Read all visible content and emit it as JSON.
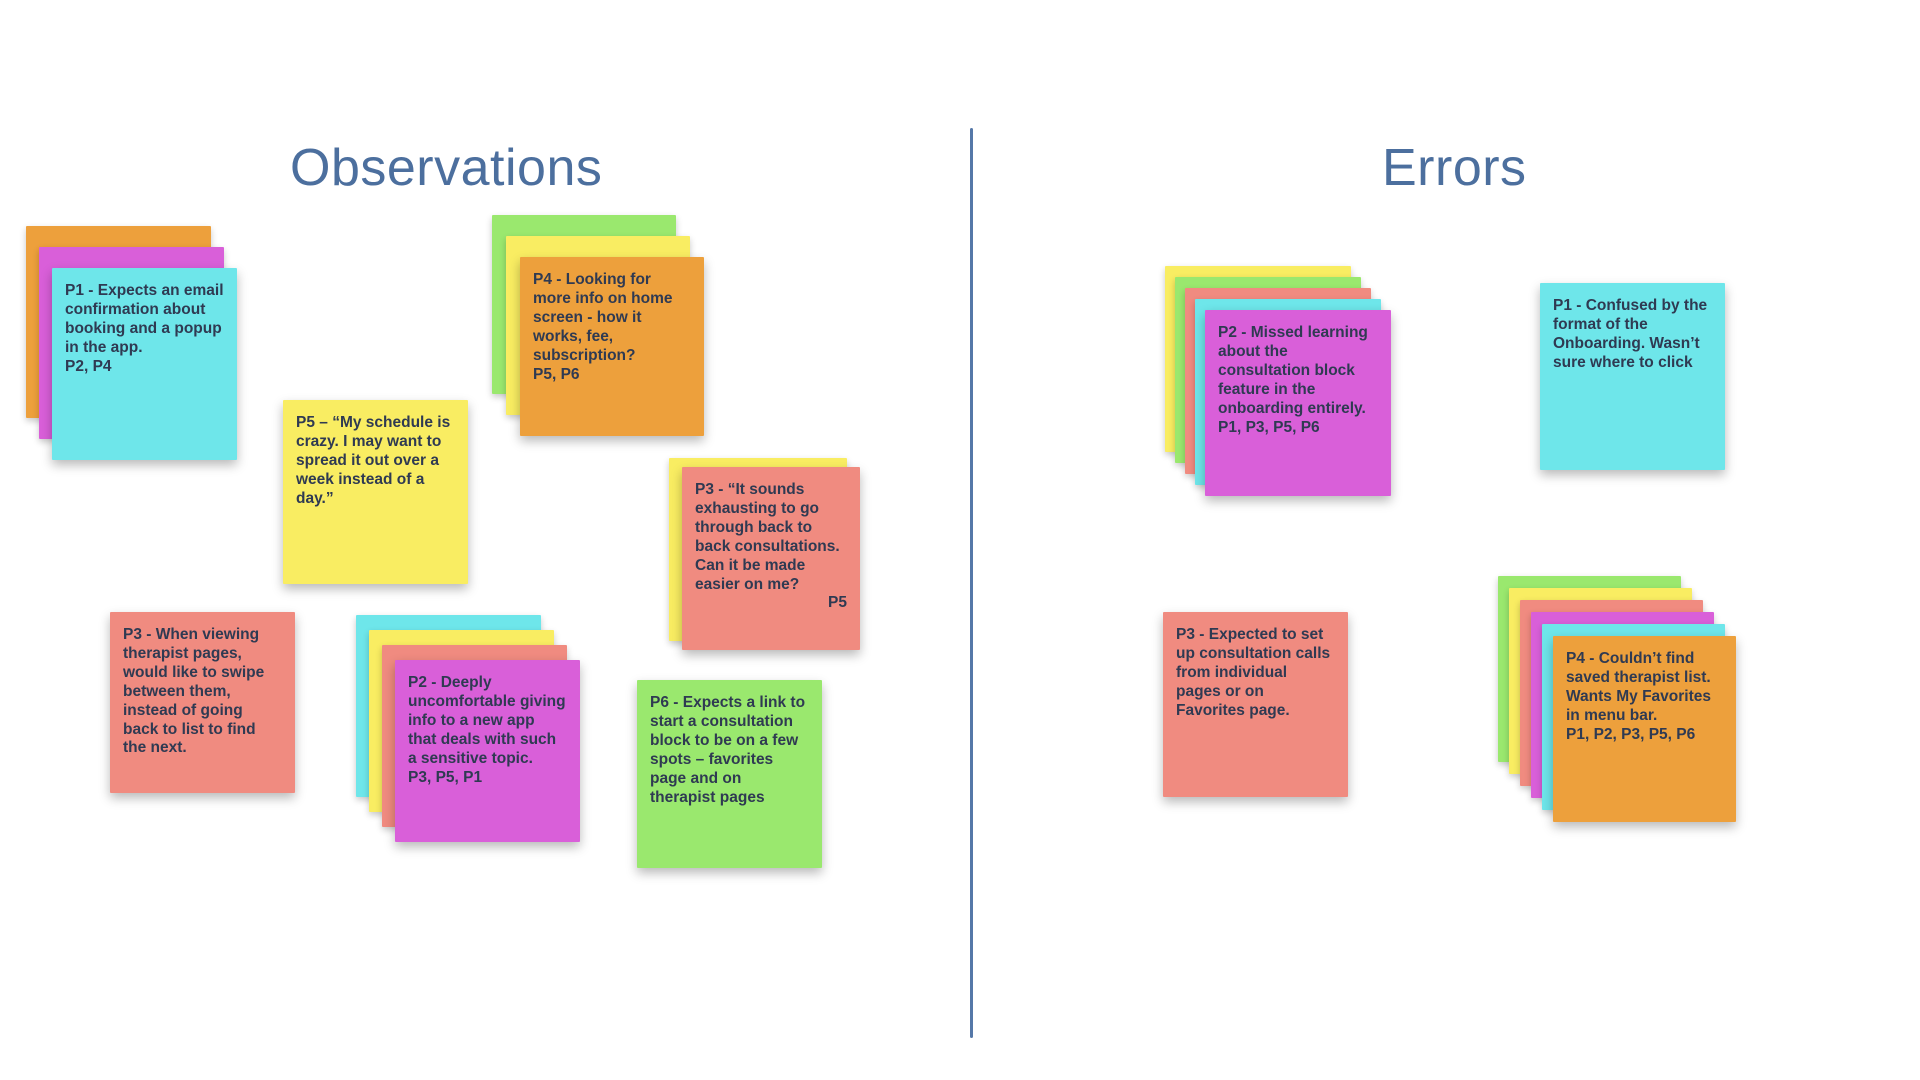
{
  "palette": {
    "cyan": "#6ee6ea",
    "magenta": "#d95fd9",
    "orange": "#eda03c",
    "yellow": "#f9ed62",
    "salmon": "#f08b80",
    "green": "#9ae86e",
    "heading_blue": "#4c6f9e",
    "divider_blue": "#5578a8",
    "note_text": "#2f3a52",
    "background": "#ffffff"
  },
  "columns": [
    {
      "id": "observations",
      "title": "Observations"
    },
    {
      "id": "errors",
      "title": "Errors"
    }
  ],
  "notes": [
    {
      "id": "obs-p1-email",
      "column": "observations",
      "text": "P1 - Expects an email confirmation about booking and a popup in the app.",
      "tag": "P2, P4",
      "tag_align": "left",
      "color": "cyan",
      "stack_colors": [
        "orange",
        "magenta"
      ]
    },
    {
      "id": "obs-p5-schedule",
      "column": "observations",
      "text": "P5 – “My schedule is crazy. I may want to spread it out over a week instead of a day.”",
      "tag": "",
      "tag_align": "left",
      "color": "yellow",
      "stack_colors": []
    },
    {
      "id": "obs-p4-home-screen",
      "column": "observations",
      "text": "P4 - Looking for more info on home screen - how it works, fee, subscription?",
      "tag": "P5, P6",
      "tag_align": "left",
      "color": "orange",
      "stack_colors": [
        "green",
        "yellow"
      ]
    },
    {
      "id": "obs-p3-consultations",
      "column": "observations",
      "text": "P3 - “It sounds exhausting to go through back to back consultations. Can it be made easier on me?",
      "tag": "P5",
      "tag_align": "right",
      "color": "salmon",
      "stack_colors": [
        "yellow"
      ]
    },
    {
      "id": "obs-p3-swipe",
      "column": "observations",
      "text": "P3 - When viewing therapist pages, would like to swipe between them, instead of going back to list to find the next.",
      "tag": "",
      "tag_align": "left",
      "color": "salmon",
      "stack_colors": []
    },
    {
      "id": "obs-p2-uncomfortable",
      "column": "observations",
      "text": "P2 - Deeply uncomfortable giving info to a new app that deals with such a sensitive topic.",
      "tag": "P3, P5, P1",
      "tag_align": "left",
      "color": "magenta",
      "stack_colors": [
        "cyan",
        "yellow",
        "salmon"
      ]
    },
    {
      "id": "obs-p6-link",
      "column": "observations",
      "text": "P6 - Expects a link to start a consultation block to be on a few spots – favorites page and on therapist pages",
      "tag": "",
      "tag_align": "left",
      "color": "green",
      "stack_colors": []
    },
    {
      "id": "err-p2-onboarding",
      "column": "errors",
      "text": "P2 - Missed learning about the consultation block feature in the onboarding entirely.",
      "tag": "P1, P3, P5, P6",
      "tag_align": "left",
      "color": "magenta",
      "stack_colors": [
        "yellow",
        "green",
        "salmon",
        "cyan"
      ]
    },
    {
      "id": "err-p1-onboarding-format",
      "column": "errors",
      "text": "P1 - Confused by the format of the Onboarding. Wasn’t sure where to click",
      "tag": "",
      "tag_align": "left",
      "color": "cyan",
      "stack_colors": []
    },
    {
      "id": "err-p3-consultation-calls",
      "column": "errors",
      "text": "P3 - Expected to set up consultation calls from individual pages or on Favorites page.",
      "tag": "",
      "tag_align": "left",
      "color": "salmon",
      "stack_colors": []
    },
    {
      "id": "err-p4-favorites",
      "column": "errors",
      "text": "P4 - Couldn’t find saved therapist list. Wants My Favorites in menu bar.",
      "tag": "P1, P2, P3, P5, P6",
      "tag_align": "left",
      "color": "orange",
      "stack_colors": [
        "green",
        "yellow",
        "salmon",
        "magenta",
        "cyan"
      ]
    }
  ]
}
